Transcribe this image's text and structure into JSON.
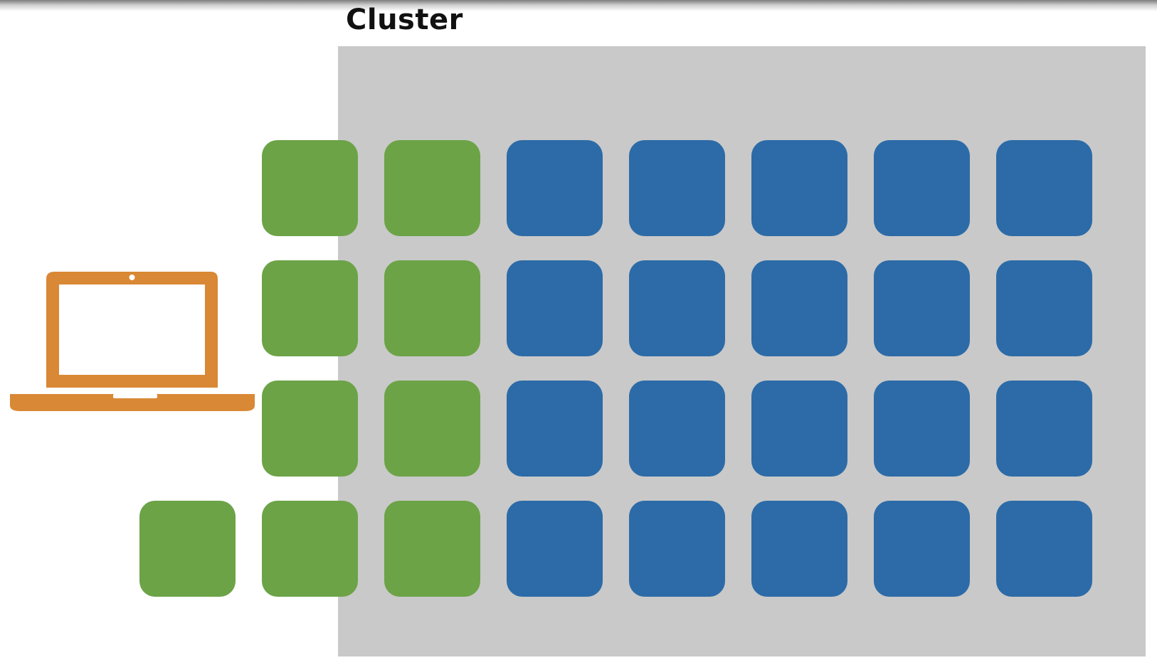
{
  "diagram": {
    "title": "Cluster",
    "colors": {
      "background": "#ffffff",
      "cluster_fill": "#c9c9c9",
      "node_green": "#6ca347",
      "node_blue": "#2c6ba7",
      "laptop": "#d98835"
    },
    "laptop_icon": "laptop-icon",
    "node_grid": [
      [
        "",
        "green",
        "green",
        "blue",
        "blue",
        "blue",
        "blue",
        "blue"
      ],
      [
        "",
        "green",
        "green",
        "blue",
        "blue",
        "blue",
        "blue",
        "blue"
      ],
      [
        "",
        "green",
        "green",
        "blue",
        "blue",
        "blue",
        "blue",
        "blue"
      ],
      [
        "green",
        "green",
        "green",
        "blue",
        "blue",
        "blue",
        "blue",
        "blue"
      ]
    ]
  }
}
